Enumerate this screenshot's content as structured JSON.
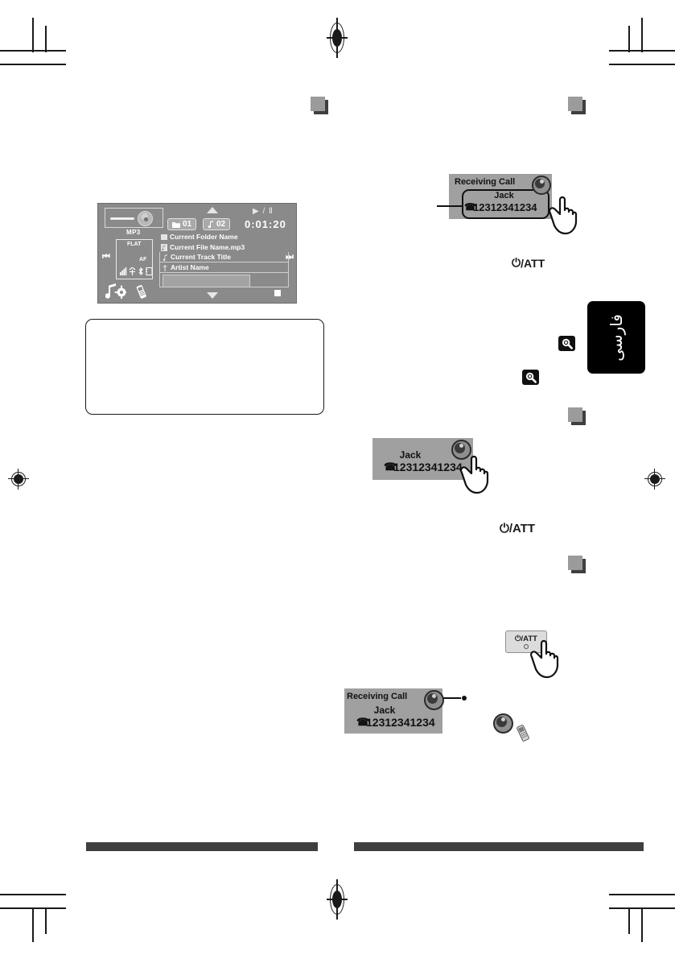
{
  "page": {
    "language_tab": "فارسی",
    "language_tab_name": "farsi-side-tab"
  },
  "audio_display": {
    "source_label": "MP3",
    "eq_label": "FLAT",
    "af_label": "AF",
    "folder_number": "01",
    "track_number": "02",
    "elapsed_time": "0:01:20",
    "folder_icon": "folder-icon",
    "track_icon": "music-note-icon",
    "play_pause": "▶ / Ⅱ",
    "lines": [
      {
        "icon": "folder-icon",
        "text": "Current Folder Name"
      },
      {
        "icon": "file-icon",
        "text": "Current File Name.mp3"
      },
      {
        "icon": "note-icon",
        "text": "Current Track Title"
      },
      {
        "icon": "artist-icon",
        "text": "Artist Name"
      }
    ],
    "prev_label": "⏮",
    "next_label": "⏭",
    "scroll_up": "scroll-up-triangle",
    "scroll_down": "scroll-down-triangle",
    "stop_label": "stop-square",
    "settings_icon": "music-settings-icon",
    "phone_icon": "mobile-phone-icon",
    "status_icons": [
      "signal-bars-icon",
      "battery-icon",
      "bluetooth-icon",
      "phone-book-icon"
    ]
  },
  "call_popup_top": {
    "header": "Receiving Call",
    "caller_name": "Jack",
    "caller_number": "12312341234",
    "handset_icon": "handset-icon",
    "knob_icon": "control-knob-icon",
    "hand_icon": "pointing-hand-icon"
  },
  "call_popup_middle": {
    "header": "",
    "caller_name": "Jack",
    "caller_number": "12312341234",
    "handset_icon": "handset-icon",
    "knob_icon": "control-knob-icon",
    "hand_icon": "pointing-hand-icon"
  },
  "call_popup_bottom": {
    "header": "Receiving Call",
    "caller_name": "Jack",
    "caller_number": "12312341234",
    "handset_icon": "handset-icon",
    "knob_icon": "control-knob-icon"
  },
  "att_labels": {
    "upper": "/ATT",
    "lower": "/ATT",
    "power_glyph": "⏻",
    "key_label": "/ATT"
  },
  "legend": {
    "knob_icon": "control-knob-icon",
    "phone_icon": "mobile-phone-icon"
  },
  "icons": {
    "magnifier": "magnifier-icon"
  },
  "note_box": {
    "content": ""
  },
  "colors": {
    "panel_bg": "#8a8a8a",
    "popup_bg": "#a0a0a0",
    "footer_bar": "#3f3f3f",
    "chip": "#9b9b9b",
    "chip_shadow": "#3f3f3f",
    "ink": "#111111"
  }
}
